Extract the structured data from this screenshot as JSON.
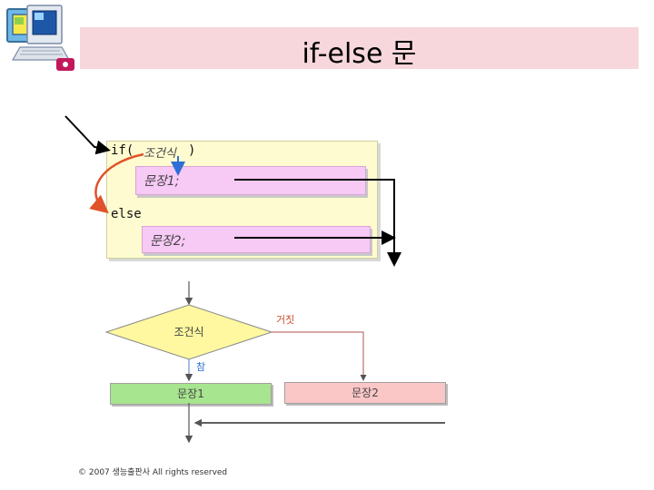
{
  "slide": {
    "title": "if-else 문"
  },
  "code": {
    "if_keyword": "if(",
    "condition": "조건식",
    "close_paren": ")",
    "statement1": "문장1;",
    "else_keyword": "else",
    "statement2": "문장2;"
  },
  "flowchart": {
    "decision": "조건식",
    "true_label": "참",
    "false_label": "거짓",
    "true_branch": "문장1",
    "false_branch": "문장2"
  },
  "colors": {
    "title_band": "#f7d7dc",
    "code_background": "#fffbd0",
    "statement_box": "#f7c9f5",
    "decision_fill": "#fff8a0",
    "true_box": "#a7e58f",
    "false_box": "#fbc6c6",
    "red_arrow": "#e0522a",
    "blue_arrow": "#2d6fd6"
  },
  "footer": "© 2007 생능출판사 All rights reserved"
}
